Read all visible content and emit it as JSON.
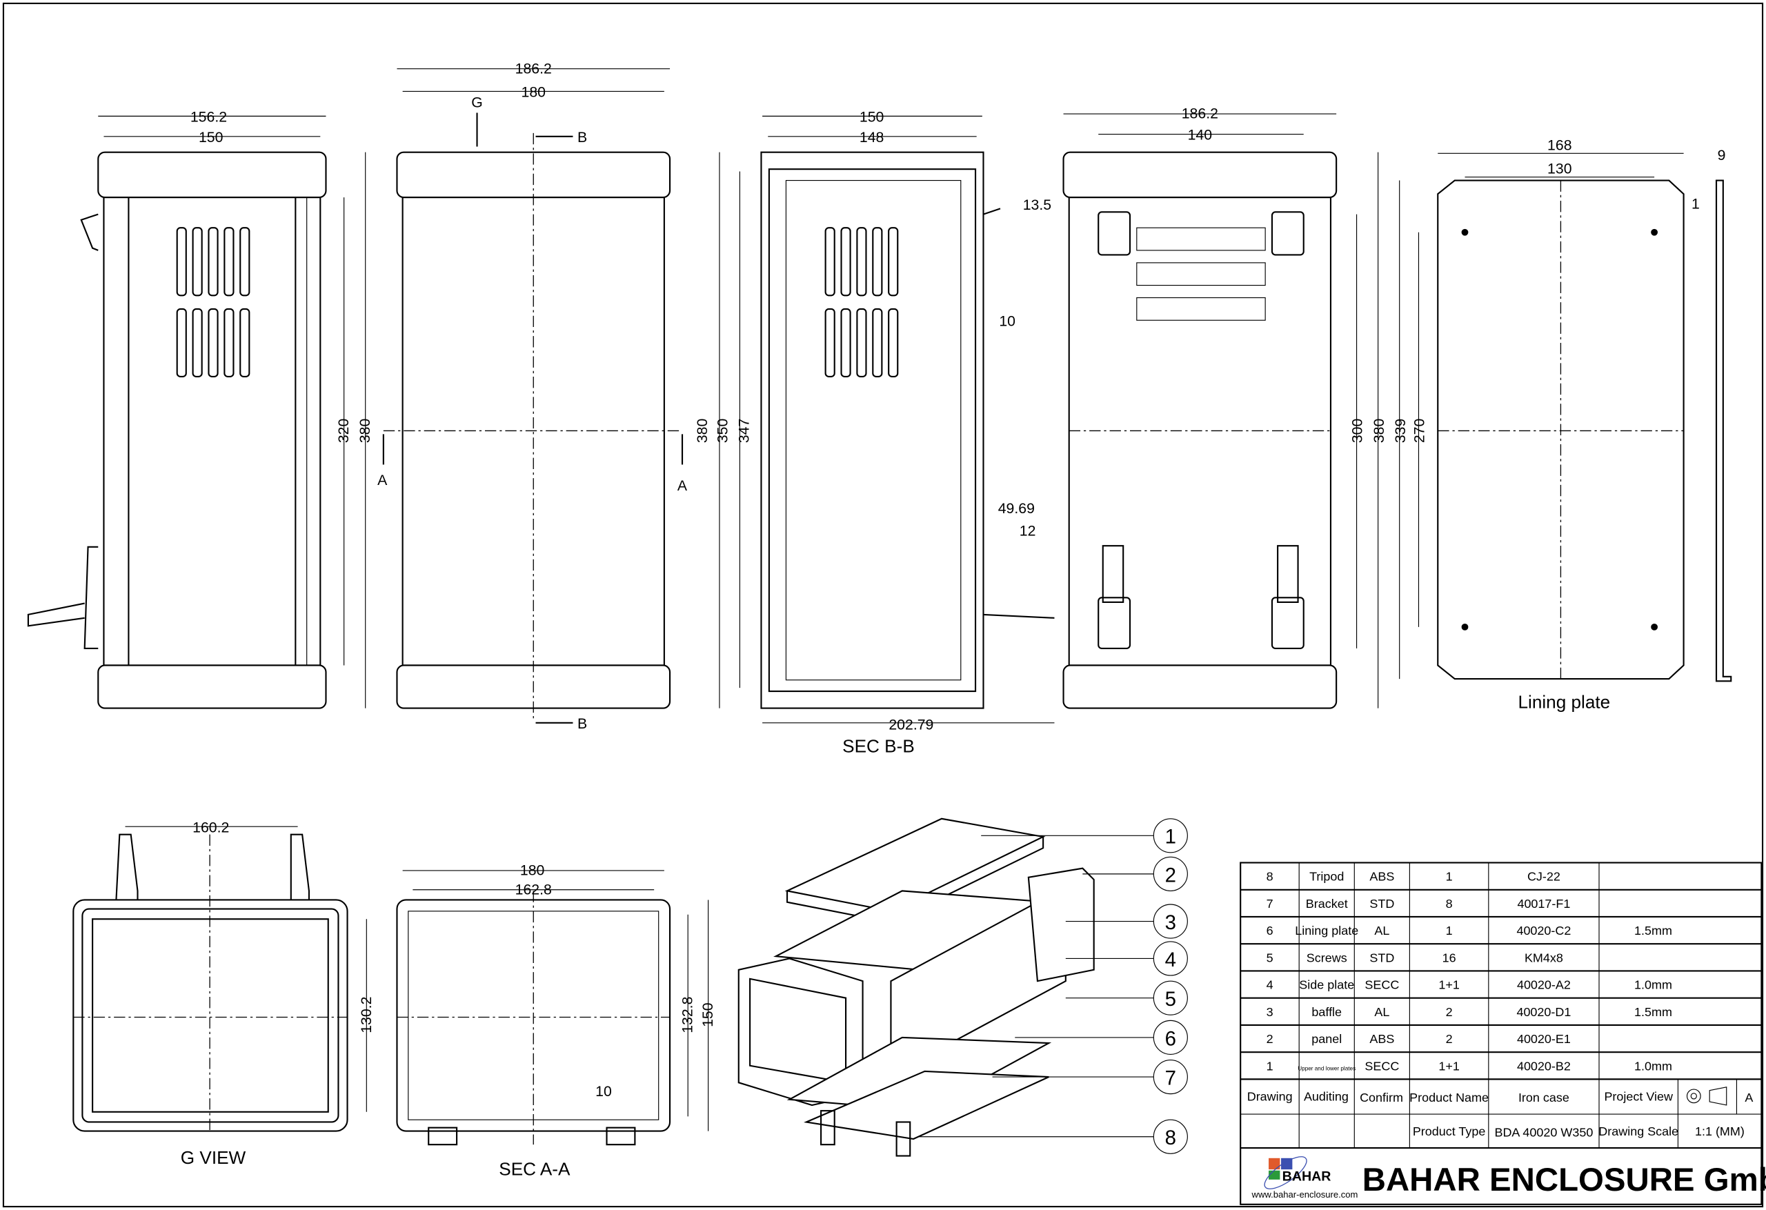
{
  "dims": {
    "front_w_outer": "156.2",
    "front_w_inner": "150",
    "front_h_320": "320",
    "front_h_380": "380",
    "side_w_outer": "186.2",
    "side_w_180": "180",
    "G": "G",
    "B_top": "B",
    "B_bot": "B",
    "A_left": "A",
    "A_right": "A",
    "secbb_150": "150",
    "secbb_148": "148",
    "secbb_13_5": "13.5",
    "secbb_10": "10",
    "secbb_49_69": "49.69",
    "secbb_12": "12",
    "secbb_380": "380",
    "secbb_350": "350",
    "secbb_347": "347",
    "secbb_202_79": "202.79",
    "rear_186_2": "186.2",
    "rear_140": "140",
    "rear_300": "300",
    "rear_380": "380",
    "lp_168": "168",
    "lp_130": "130",
    "lp_9": "9",
    "lp_1": "1",
    "lp_339": "339",
    "lp_270": "270",
    "g_160_2": "160.2",
    "g_130_2": "130.2",
    "aa_180": "180",
    "aa_162_8": "162.8",
    "aa_132_8": "132.8",
    "aa_150": "150",
    "aa_10": "10"
  },
  "labels": {
    "sec_bb": "SEC B-B",
    "lining_plate": "Lining plate",
    "g_view": "G  VIEW",
    "sec_aa": "SEC A-A"
  },
  "balloons": [
    "1",
    "2",
    "3",
    "4",
    "5",
    "6",
    "7",
    "8"
  ],
  "bom": [
    {
      "no": "8",
      "name": "Tripod",
      "mat": "ABS",
      "qty": "1",
      "code": "CJ-22",
      "note": ""
    },
    {
      "no": "7",
      "name": "Bracket",
      "mat": "STD",
      "qty": "8",
      "code": "40017-F1",
      "note": ""
    },
    {
      "no": "6",
      "name": "Lining plate",
      "mat": "AL",
      "qty": "1",
      "code": "40020-C2",
      "note": "1.5mm"
    },
    {
      "no": "5",
      "name": "Screws",
      "mat": "STD",
      "qty": "16",
      "code": "KM4x8",
      "note": ""
    },
    {
      "no": "4",
      "name": "Side plate",
      "mat": "SECC",
      "qty": "1+1",
      "code": "40020-A2",
      "note": "1.0mm"
    },
    {
      "no": "3",
      "name": "baffle",
      "mat": "AL",
      "qty": "2",
      "code": "40020-D1",
      "note": "1.5mm"
    },
    {
      "no": "2",
      "name": "panel",
      "mat": "ABS",
      "qty": "2",
      "code": "40020-E1",
      "note": ""
    },
    {
      "no": "1",
      "name": "Upper and lower plates",
      "mat": "SECC",
      "qty": "1+1",
      "code": "40020-B2",
      "note": "1.0mm"
    }
  ],
  "title_block": {
    "drawing": "Drawing",
    "auditing": "Auditing",
    "confirm": "Confirm",
    "product_name_label": "Product Name",
    "product_name": "Iron case",
    "project_view_label": "Project View",
    "sheet": "A",
    "product_type_label": "Product Type",
    "product_type": "BDA 40020 W350",
    "scale_label": "Drawing Scale",
    "scale": "1:1 (MM)",
    "company": "BAHAR ENCLOSURE GmbH",
    "logo_text": "BAHAR",
    "website": "www.bahar-enclosure.com"
  }
}
